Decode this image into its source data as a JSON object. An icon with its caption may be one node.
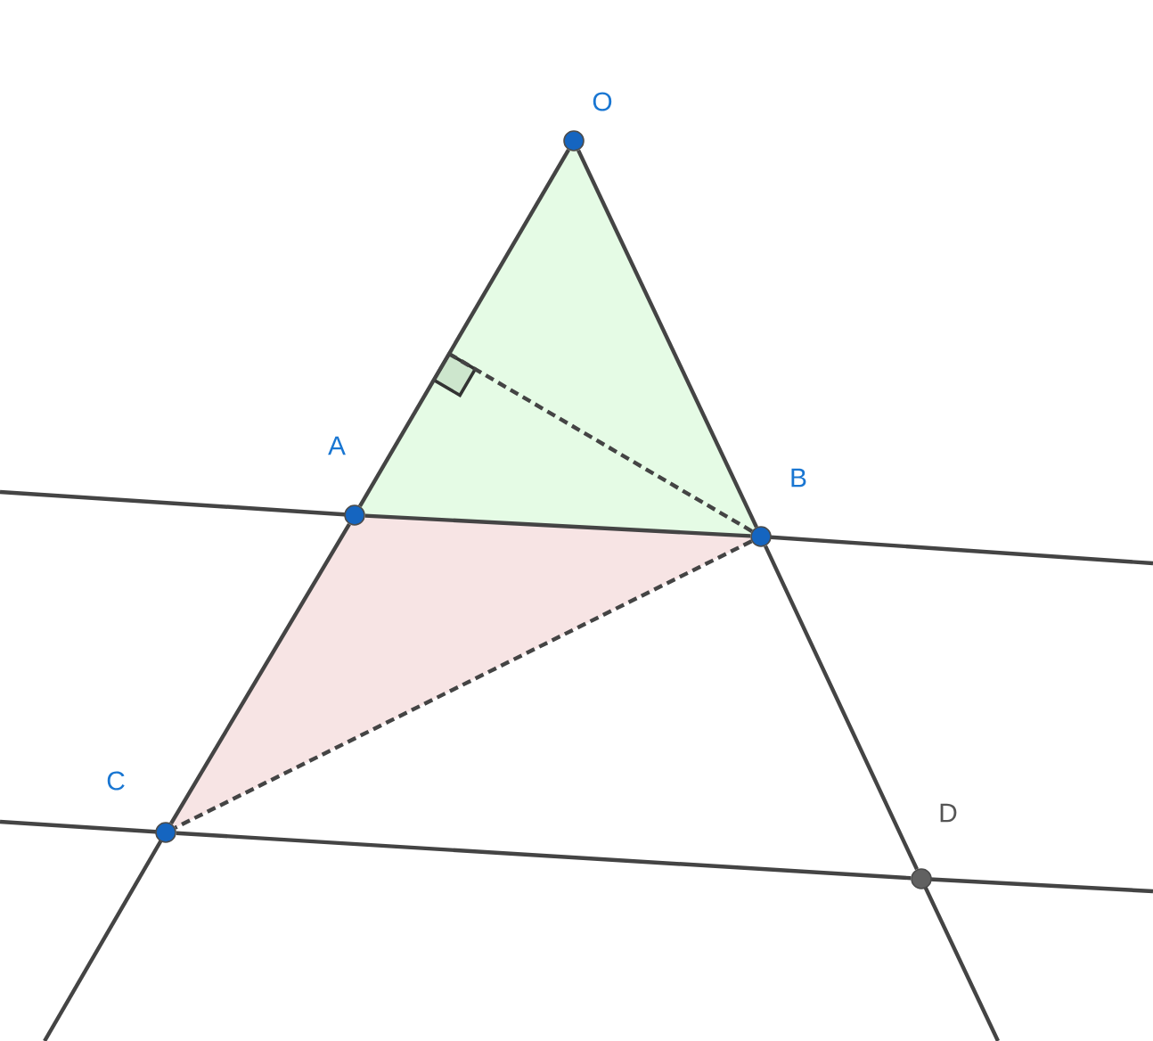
{
  "diagram": {
    "nodes": [
      {
        "text": [],
        "shape": "circle",
        "beside": [
          "O"
        ]
      },
      {
        "text": [],
        "shape": "circle",
        "beside": [
          "A"
        ]
      },
      {
        "text": [],
        "shape": "circle",
        "beside": [
          "B"
        ]
      },
      {
        "text": [],
        "shape": "circle",
        "beside": [
          "C"
        ]
      },
      {
        "text": [],
        "shape": "circle",
        "beside": [
          "D"
        ]
      }
    ],
    "edges": [
      {
        "from": 0,
        "to": 1,
        "arrow": "none"
      },
      {
        "from": 1,
        "to": 3,
        "arrow": "none"
      },
      {
        "from": 0,
        "to": 2,
        "arrow": "none"
      },
      {
        "from": 2,
        "to": 4,
        "arrow": "none"
      },
      {
        "from": 1,
        "to": 2,
        "arrow": "none"
      },
      {
        "from": 3,
        "to": 4,
        "arrow": "none"
      },
      {
        "from": 2,
        "to": 3,
        "arrow": "none",
        "style": "dashed"
      },
      {
        "from": 2,
        "to": null,
        "arrow": "none",
        "style": "dashed"
      }
    ]
  }
}
